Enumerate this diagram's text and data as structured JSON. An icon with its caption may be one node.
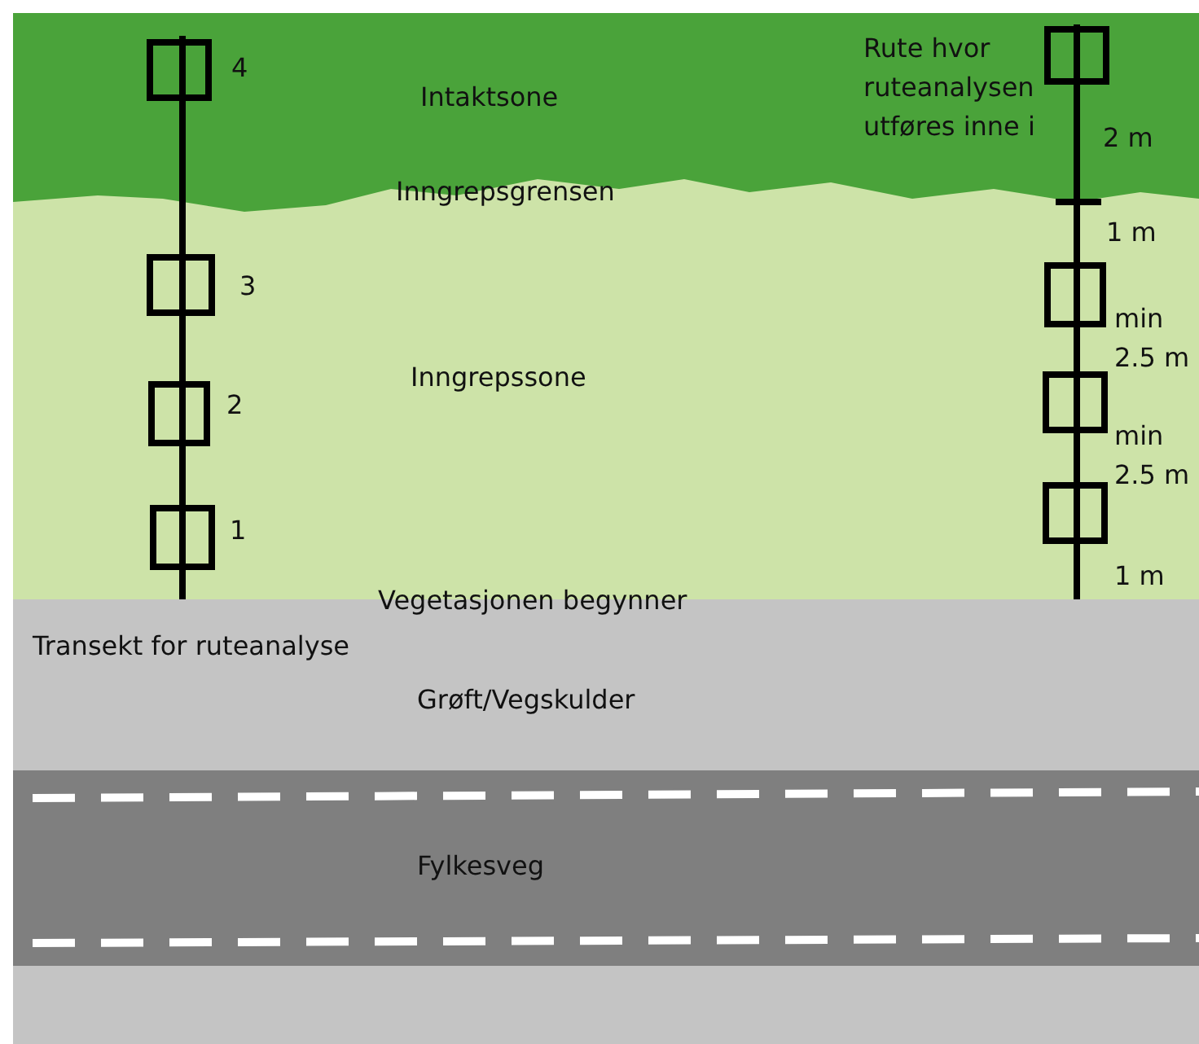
{
  "diagram": {
    "labels": [
      "4",
      "Rute hvor ruteanalysen utføres inne i",
      "Intaktsone",
      "2 m",
      "Inngrepsgrensen",
      "1 m",
      "3",
      "min 2.5 m",
      "Inngrepssone",
      "2",
      "min 2.5 m",
      "1",
      "1 m",
      "Vegetasjonen begynner",
      "Transekt for ruteanalyse",
      "Grøft/Vegskulder",
      "Fylkesveg"
    ]
  }
}
